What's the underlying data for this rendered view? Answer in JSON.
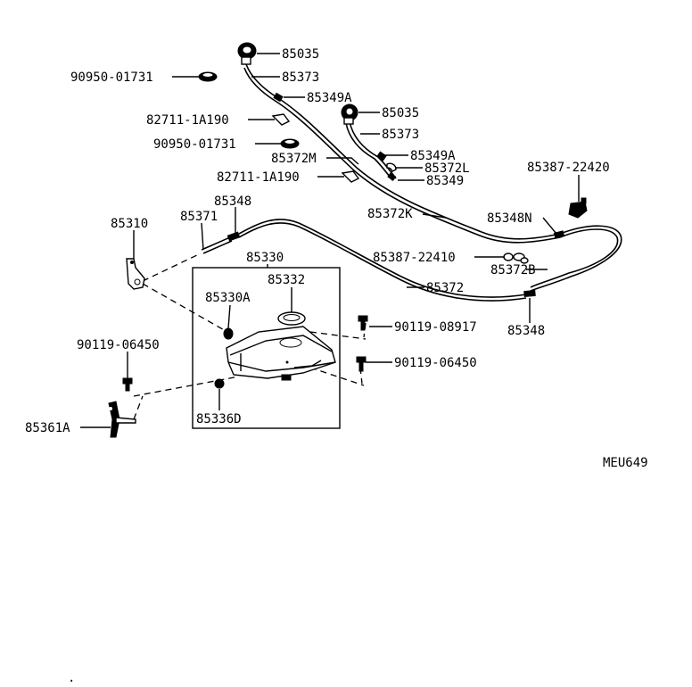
{
  "parts": {
    "p85035_a": "85035",
    "p85373_a": "85373",
    "p90950_a": "90950-01731",
    "p85349A_a": "85349A",
    "p82711_a": "82711-1A190",
    "p85035_b": "85035",
    "p90950_b": "90950-01731",
    "p85373_b": "85373",
    "p85372M": "85372M",
    "p85349A_b": "85349A",
    "p85372L": "85372L",
    "p82711_b": "82711-1A190",
    "p85349": "85349",
    "p85387_22420": "85387-22420",
    "p85348_a": "85348",
    "p85372K": "85372K",
    "p85310": "85310",
    "p85371": "85371",
    "p85348N": "85348N",
    "p85330": "85330",
    "p85387_22410": "85387-22410",
    "p85372B": "85372B",
    "p85332": "85332",
    "p85372": "85372",
    "p85330A": "85330A",
    "p90119_08917": "90119-08917",
    "p85348_b": "85348",
    "p90119_06450_a": "90119-06450",
    "p90119_06450_b": "90119-06450",
    "p85336D": "85336D",
    "p85361A": "85361A"
  },
  "diagram_code": "MEU649",
  "footnote": "."
}
